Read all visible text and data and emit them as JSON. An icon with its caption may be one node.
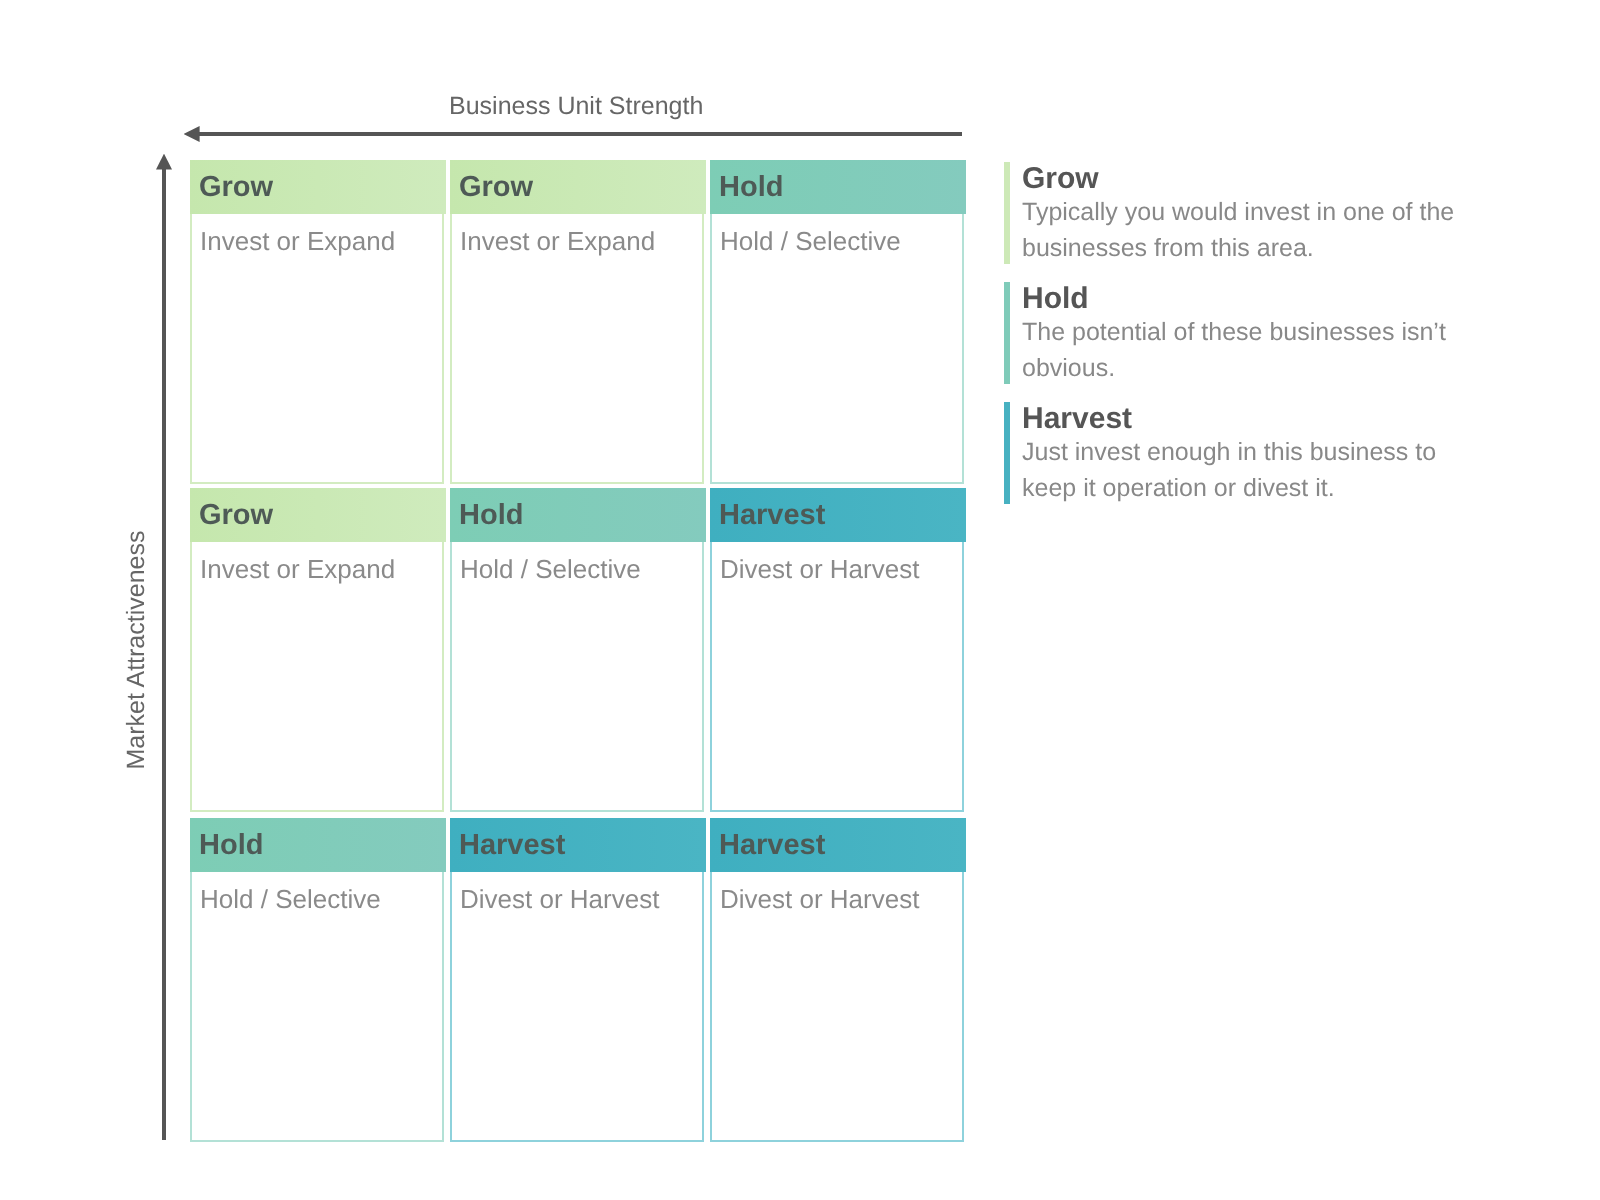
{
  "diagram": {
    "nodes": [
      {
        "text": [
          "Grow",
          "Invest or Expand"
        ]
      },
      {
        "text": [
          "Grow",
          "Invest or Expand"
        ]
      },
      {
        "text": [
          "Hold",
          "Hold / Selective"
        ]
      },
      {
        "text": [
          "Grow",
          "Invest or Expand"
        ]
      },
      {
        "text": [
          "Hold",
          "Hold / Selective"
        ]
      },
      {
        "text": [
          "Harvest",
          "Divest or Harvest"
        ]
      },
      {
        "text": [
          "Hold",
          "Hold / Selective"
        ]
      },
      {
        "text": [
          "Harvest",
          "Divest or Harvest"
        ]
      },
      {
        "text": [
          "Harvest",
          "Divest or Harvest"
        ]
      }
    ],
    "labels": [
      "Business Unit Strength",
      "Market Attractiveness",
      "Typically you would invest in one of the businesses from this area.",
      "The potential of these businesses isn’t obvious.",
      "Just invest enough in this business to keep it operation or divest it."
    ],
    "legend": [
      {
        "text": "Grow",
        "color": "#cde9b7"
      },
      {
        "text": "Hold",
        "color": "#7fcbb9"
      },
      {
        "text": "Harvest",
        "color": "#47b1c1"
      }
    ]
  }
}
